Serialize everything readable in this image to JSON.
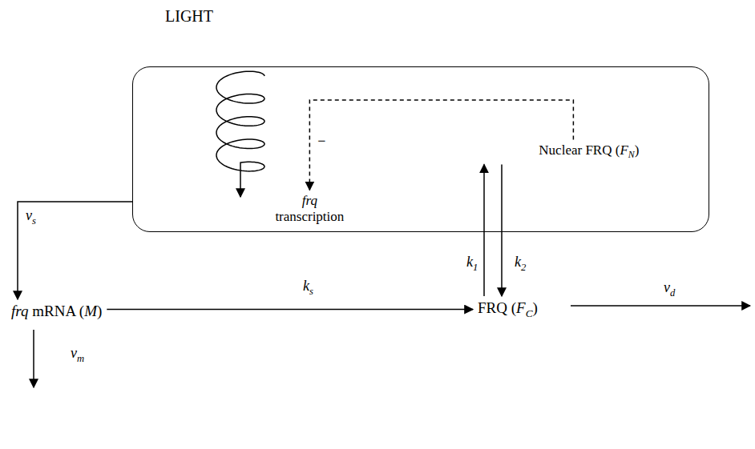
{
  "diagram": {
    "nodes": [
      {
        "text": [
          "LIGHT"
        ]
      },
      {
        "text": [
          "frq transcription"
        ],
        "in": 0
      },
      {
        "text": [
          "Nuclear FRQ (FN)"
        ],
        "in": 0
      },
      {
        "text": [
          "frq mRNA (M)"
        ]
      },
      {
        "text": [
          "FRQ (FC)"
        ]
      }
    ],
    "edges": [
      {
        "from": 0,
        "to": 3,
        "arrow": "to",
        "label": "vs"
      },
      {
        "from": 3,
        "to": 4,
        "arrow": "to",
        "label": "ks"
      },
      {
        "from": 4,
        "to": 2,
        "arrow": "to",
        "label": "k1"
      },
      {
        "from": 2,
        "to": 4,
        "arrow": "to",
        "label": "k2"
      },
      {
        "from": 2,
        "to": 1,
        "arrow": "to",
        "label": "−"
      }
    ],
    "labels": [
      "vd",
      "vm"
    ]
  }
}
